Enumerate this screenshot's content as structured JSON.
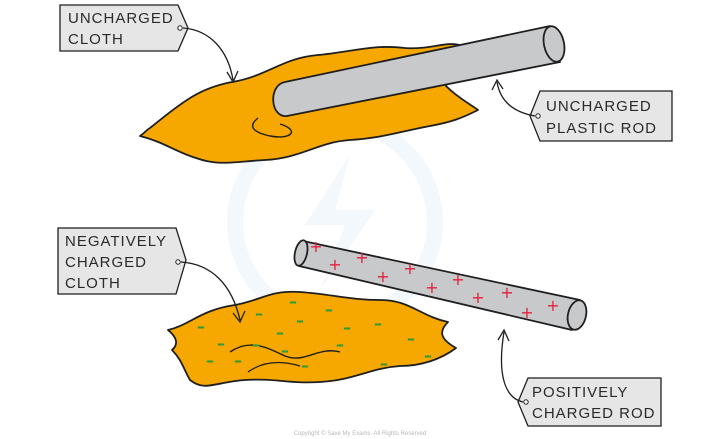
{
  "top": {
    "cloth_label": [
      "UNCHARGED",
      "CLOTH"
    ],
    "rod_label": [
      "UNCHARGED",
      "PLASTIC ROD"
    ]
  },
  "bottom": {
    "cloth_label": [
      "NEGATIVELY",
      "CHARGED",
      "CLOTH"
    ],
    "rod_label": [
      "POSITIVELY",
      "CHARGED ROD"
    ],
    "positive_symbol": "+",
    "negative_symbol": "–"
  },
  "footer": {
    "copyright": "Copyright © Save My Exams. All Rights Reserved"
  },
  "colors": {
    "cloth": "#f7a800",
    "rod": "#c8c9cb",
    "tag": "#e6e6e6",
    "outline": "#1f1f1f",
    "positive": "#e2213d",
    "negative": "#2f9a3a"
  }
}
